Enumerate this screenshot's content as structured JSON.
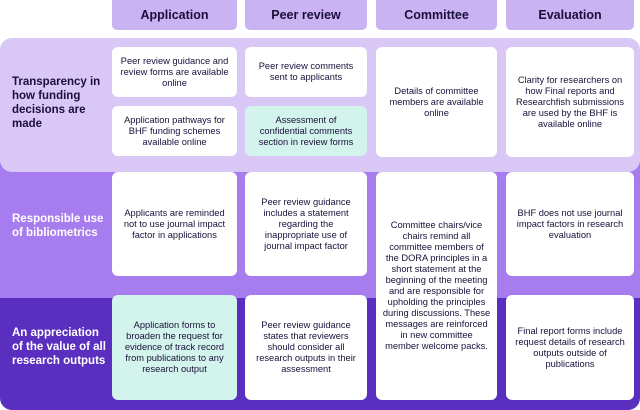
{
  "columns": [
    "Application",
    "Peer review",
    "Committee",
    "Evaluation"
  ],
  "rows": [
    {
      "label": "Transparency in how funding decisions are made",
      "cards": {
        "application": [
          "Peer review guidance and review forms are available online",
          "Application pathways for BHF funding schemes available online"
        ],
        "peer_review": [
          "Peer review comments sent to applicants",
          "Assessment of confidential comments section in review forms"
        ],
        "committee": "Details of committee members are available online",
        "evaluation": "Clarity for researchers on how Final reports and Researchfish submissions are used by the BHF is available online"
      }
    },
    {
      "label": "Responsible use of bibliometrics",
      "cards": {
        "application": "Applicants are reminded not to use journal impact factor in applications",
        "peer_review": "Peer review guidance includes a statement regarding the inappropriate use of journal impact factor",
        "committee": "Committee chairs/vice chairs remind all committee members of the DORA principles in a short statement at the beginning of the meeting and are responsible for upholding the principles during discussions. These messages are reinforced in new committee member welcome packs.",
        "evaluation": "BHF does not use journal impact factors in research evaluation"
      }
    },
    {
      "label": "An appreciation of the value of all research outputs",
      "cards": {
        "application": "Application forms to broaden the request for evidence of track record from publications to any research output",
        "peer_review": "Peer review guidance states that reviewers should consider all research outputs in their assessment",
        "evaluation": "Final report forms include request details of research outputs outside of publications"
      }
    }
  ],
  "colors": {
    "header": "#c9b3f3",
    "band_transparency": "#d9c8f6",
    "band_bibliometrics": "#a77cee",
    "band_outputs": "#5a2fc0",
    "highlight_card": "#d3f4ec"
  }
}
